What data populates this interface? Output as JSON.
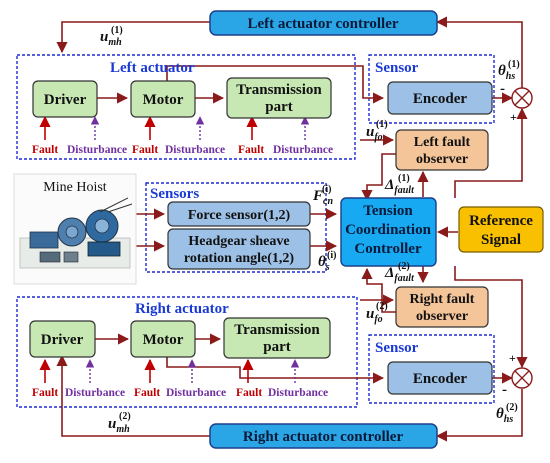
{
  "colors": {
    "controller_fill": "#2aa6e6",
    "block_green": "#c7e8b3",
    "block_blue": "#9dc1e6",
    "observer_fill": "#f5c59a",
    "tcc_fill": "#17a9f2",
    "reference_fill": "#f9c000",
    "arrow_dark_red": "#8b1a1a",
    "arrow_red": "#c00000",
    "dashed_blue": "#1f2ad6",
    "label_blue": "#1a3ad6",
    "disturbance_purple": "#7030a0"
  },
  "top_controller": {
    "label": "Left actuator controller"
  },
  "bottom_controller": {
    "label": "Right actuator controller"
  },
  "left_actuator": {
    "title": "Left actuator",
    "driver": "Driver",
    "motor": "Motor",
    "transmission_line1": "Transmission",
    "transmission_line2": "part",
    "fault": "Fault",
    "disturbance": "Disturbance"
  },
  "right_actuator": {
    "title": "Right actuator",
    "driver": "Driver",
    "motor": "Motor",
    "transmission_line1": "Transmission",
    "transmission_line2": "part",
    "fault": "Fault",
    "disturbance": "Disturbance"
  },
  "sensor_top": {
    "title": "Sensor",
    "encoder": "Encoder"
  },
  "sensor_bottom": {
    "title": "Sensor",
    "encoder": "Encoder"
  },
  "sensors_group": {
    "title": "Sensors",
    "force": "Force sensor(1,2)",
    "headgear_line1": "Headgear sheave",
    "headgear_line2": "rotation angle(1,2)"
  },
  "mine_hoist": {
    "label": "Mine Hoist"
  },
  "left_observer": {
    "line1": "Left fault",
    "line2": "observer"
  },
  "right_observer": {
    "line1": "Right fault",
    "line2": "observer"
  },
  "tcc": {
    "line1": "Tension",
    "line2": "Coordination",
    "line3": "Controller"
  },
  "reference": {
    "line1": "Reference",
    "line2": "Signal"
  },
  "signals": {
    "u_mh_top": {
      "base": "u",
      "sub": "mh",
      "sup": "(1)"
    },
    "u_mh_bottom": {
      "base": "u",
      "sub": "mh",
      "sup": "(2)"
    },
    "u_fo_top": {
      "base": "u",
      "sub": "fo",
      "sup": "(1)"
    },
    "u_fo_bottom": {
      "base": "u",
      "sub": "fo",
      "sup": "(2)"
    },
    "theta_hs_top": {
      "base": "θ",
      "sub": "hs",
      "sup": "(1)"
    },
    "theta_hs_bottom": {
      "base": "θ",
      "sub": "hs",
      "sup": "(2)"
    },
    "delta_fault_top": {
      "base": "Δ",
      "sub": "fault",
      "sup": "(1)"
    },
    "delta_fault_bottom": {
      "base": "Δ",
      "sub": "fault",
      "sup": "(2)"
    },
    "f_cn": {
      "base": "F",
      "sub": "cn",
      "sup": "(i)"
    },
    "theta_s": {
      "base": "θ",
      "sub": "s",
      "sup": "(i)"
    }
  },
  "summing_signs": {
    "top_minus": "-",
    "top_plus": "+",
    "bottom_plus": "+",
    "bottom_minus": "-"
  }
}
